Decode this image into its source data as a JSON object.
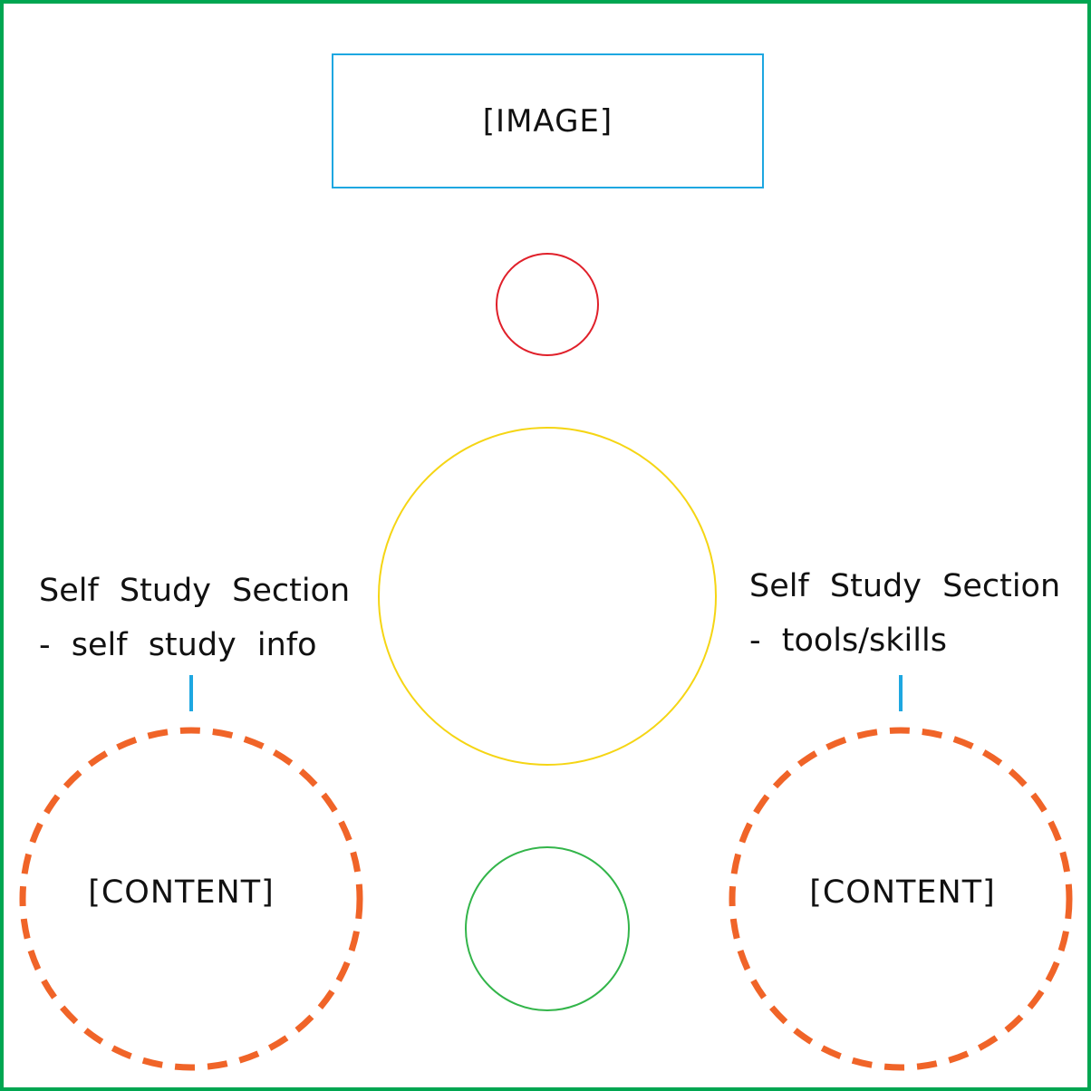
{
  "image_box": {
    "label": "[IMAGE]"
  },
  "left_section": {
    "title": "Self Study Section",
    "subtitle": "- self study info",
    "content_label": "[CONTENT]"
  },
  "right_section": {
    "title": "Self Study Section",
    "subtitle": "- tools/skills",
    "content_label": "[CONTENT]"
  },
  "colors": {
    "frame": "#00a651",
    "image_box": "#1ea7e1",
    "red_circle": "#e0202a",
    "yellow_circle": "#f5d514",
    "green_circle": "#33b54a",
    "dashed_circles": "#f06428",
    "connectors": "#1ea7e1"
  }
}
